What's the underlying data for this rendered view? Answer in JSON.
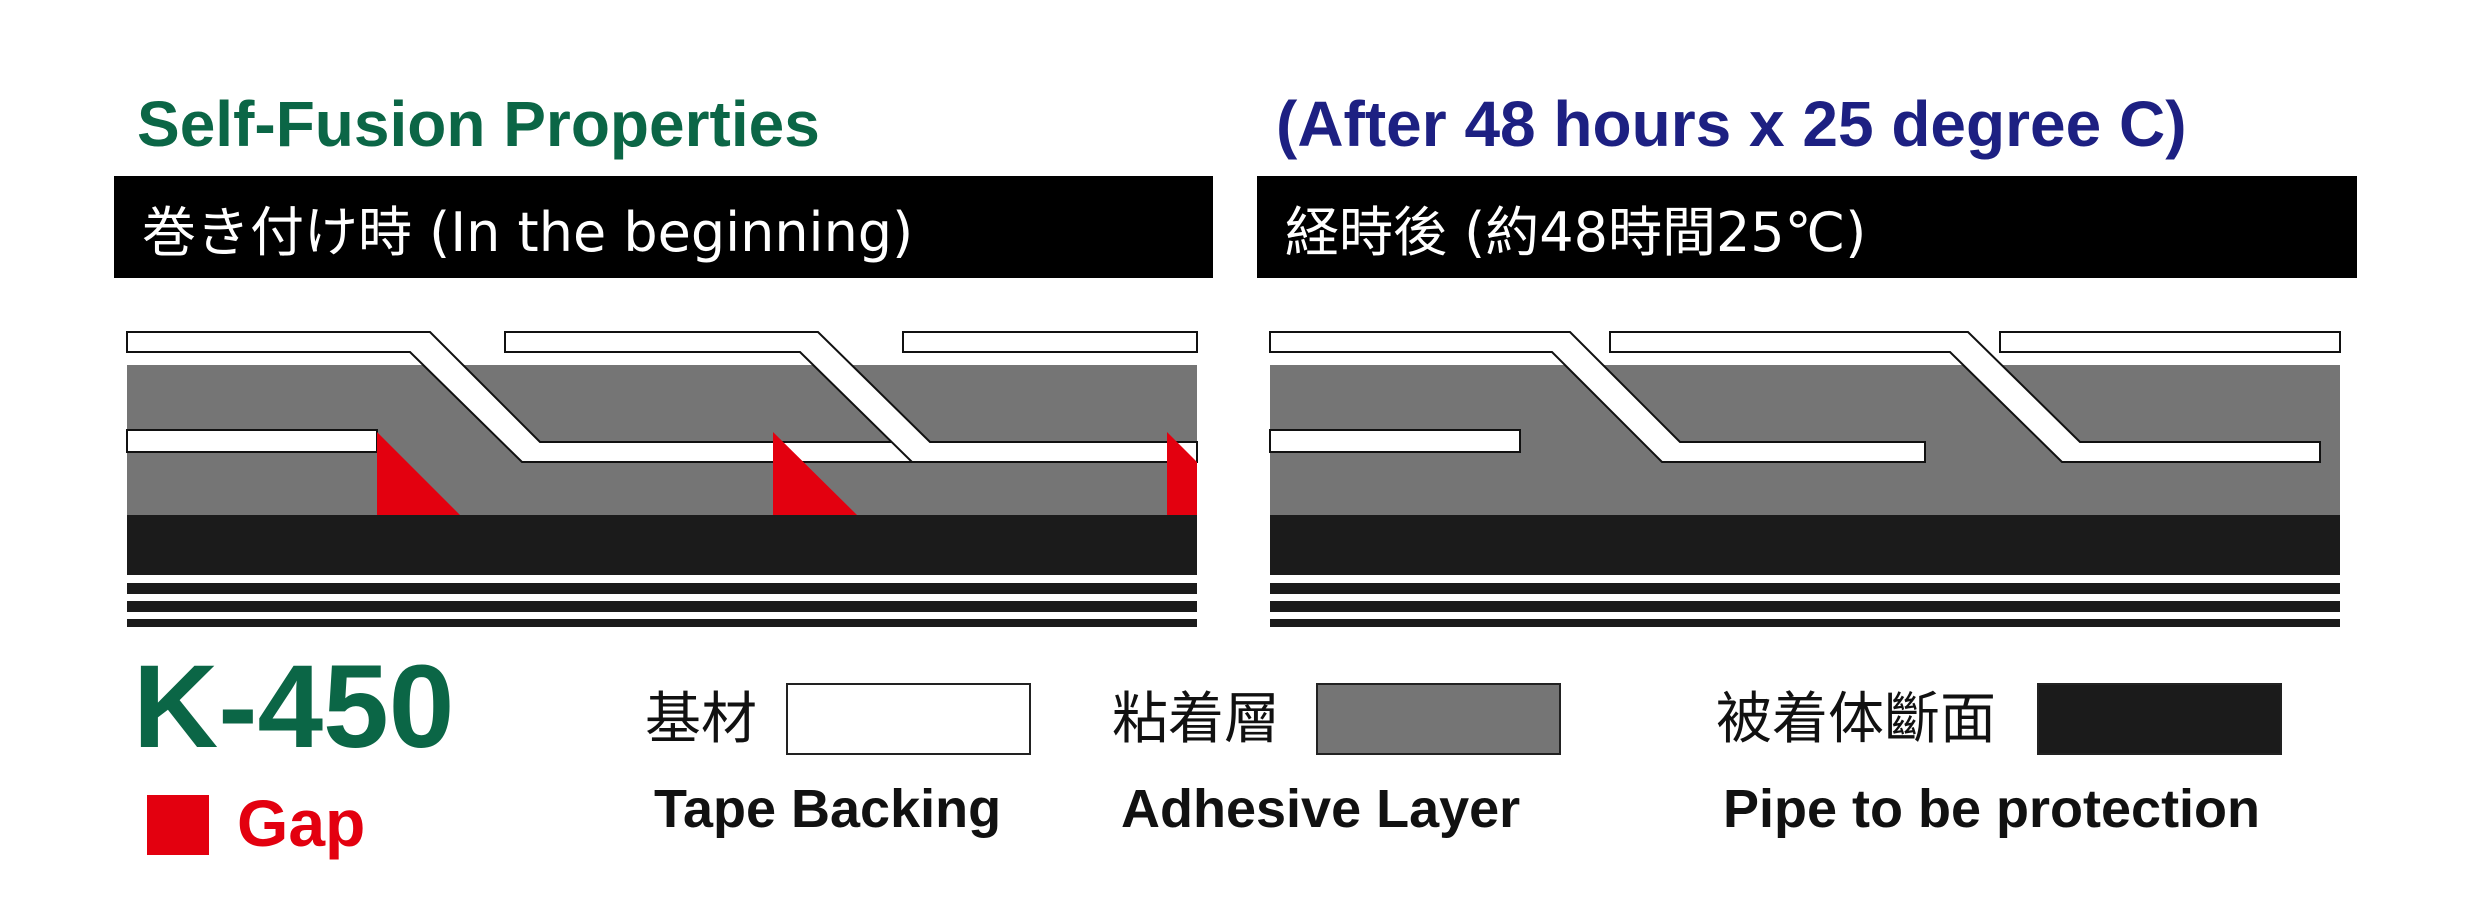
{
  "titles": {
    "left": "Self-Fusion Properties",
    "right": "(After 48 hours x 25 degree C)"
  },
  "panels": {
    "left_header": "巻き付け時 (In the beginning)",
    "right_header": "経時後 (約48時間25℃)"
  },
  "model": "K-450",
  "gap_label": "Gap",
  "legend": [
    {
      "jp": "基材",
      "en": "Tape Backing",
      "color": "#ffffff"
    },
    {
      "jp": "粘着層",
      "en": "Adhesive Layer",
      "color": "#757575"
    },
    {
      "jp": "被着体斷面",
      "en": "Pipe to be protection",
      "color": "#1b1b1b"
    }
  ],
  "colors": {
    "title_green": "#0b6646",
    "title_blue": "#1d2082",
    "gap_red": "#e3000f",
    "adhesive_gray": "#757575",
    "pipe_black": "#1b1b1b"
  }
}
